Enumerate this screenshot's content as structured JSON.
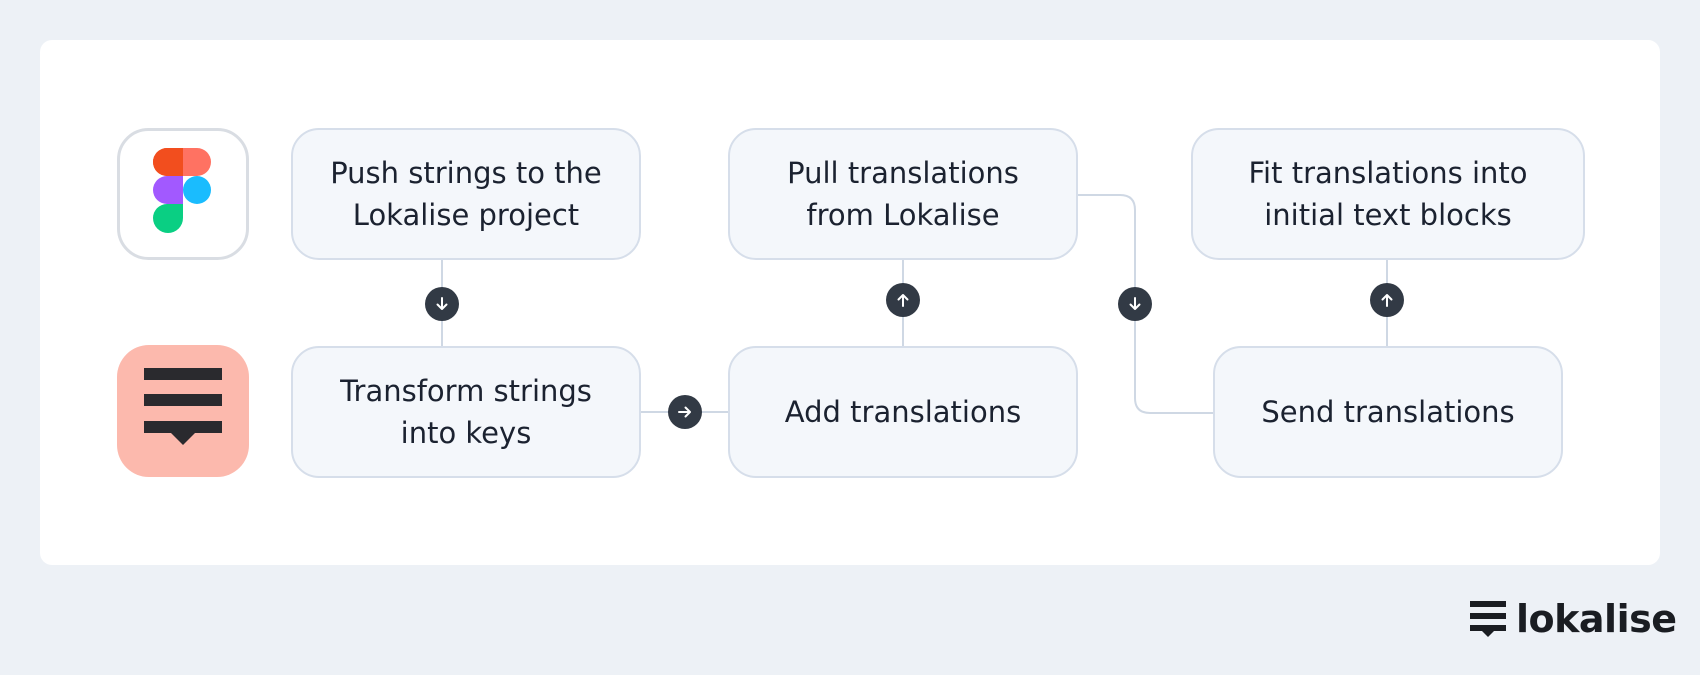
{
  "diagram": {
    "steps": {
      "push": "Push strings to the\nLokalise project",
      "transform": "Transform strings\ninto keys",
      "add": "Add translations",
      "pull": "Pull translations\nfrom Lokalise",
      "send": "Send translations",
      "fit": "Fit translations into\ninitial text blocks"
    },
    "icons": {
      "top_app": "figma-logo-icon",
      "bottom_app": "lokalise-app-icon",
      "arrows": [
        "arrow-down-icon",
        "arrow-right-icon",
        "arrow-up-icon",
        "arrow-down-icon",
        "arrow-up-icon"
      ]
    },
    "colors": {
      "box_fill": "#f4f7fb",
      "box_border": "#d6deea",
      "badge": "#323a45",
      "lokalise_pink": "#fcb9ad",
      "figma_red": "#f24e1e",
      "figma_orange": "#ff7262",
      "figma_purple": "#a259ff",
      "figma_blue": "#1abcfe",
      "figma_green": "#0acf83"
    }
  },
  "brand": {
    "name": "lokalise"
  }
}
